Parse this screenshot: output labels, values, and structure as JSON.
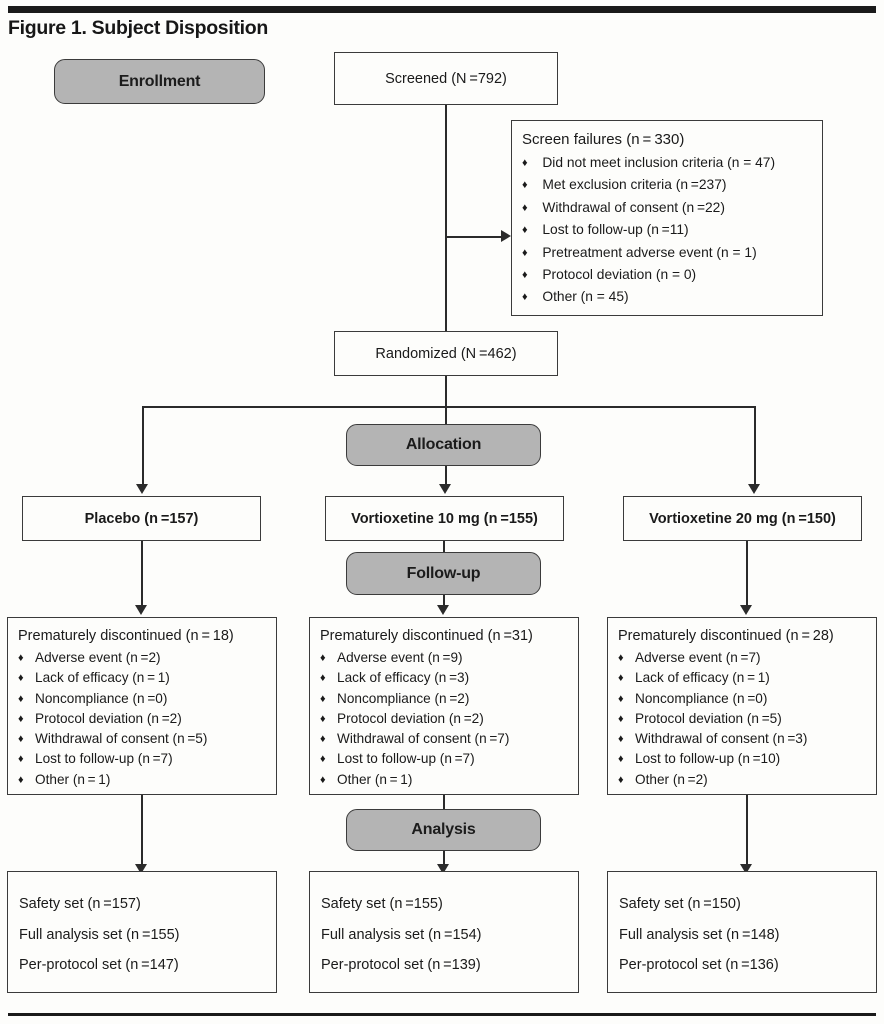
{
  "figure": {
    "title": "Figure 1. Subject Disposition"
  },
  "stages": {
    "enrollment": "Enrollment",
    "allocation": "Allocation",
    "followup": "Follow-up",
    "analysis": "Analysis"
  },
  "screened": {
    "label": "Screened (N =792)"
  },
  "screen_failures": {
    "header": "Screen failures (n = 330)",
    "items": [
      "Did not meet inclusion criteria (n = 47)",
      "Met exclusion criteria (n =237)",
      "Withdrawal of consent (n =22)",
      "Lost to follow-up (n =11)",
      "Pretreatment adverse event (n = 1)",
      "Protocol deviation (n = 0)",
      "Other (n = 45)"
    ]
  },
  "randomized": {
    "label": "Randomized (N =462)"
  },
  "arms": [
    {
      "label": "Placebo (n =157)"
    },
    {
      "label": "Vortioxetine 10 mg (n =155)"
    },
    {
      "label": "Vortioxetine 20 mg (n =150)"
    }
  ],
  "discontinued": [
    {
      "header": "Prematurely discontinued (n = 18)",
      "items": [
        "Adverse event (n =2)",
        "Lack of efficacy (n = 1)",
        "Noncompliance (n =0)",
        "Protocol deviation (n =2)",
        "Withdrawal of consent (n =5)",
        "Lost to follow-up (n =7)",
        "Other (n = 1)"
      ]
    },
    {
      "header": "Prematurely discontinued (n =31)",
      "items": [
        "Adverse event (n =9)",
        "Lack of efficacy (n =3)",
        "Noncompliance (n =2)",
        "Protocol deviation (n =2)",
        "Withdrawal of consent (n =7)",
        "Lost to follow-up (n =7)",
        "Other (n = 1)"
      ]
    },
    {
      "header": "Prematurely discontinued (n = 28)",
      "items": [
        "Adverse event (n =7)",
        "Lack of efficacy (n = 1)",
        "Noncompliance (n =0)",
        "Protocol deviation (n =5)",
        "Withdrawal of consent (n =3)",
        "Lost to follow-up (n =10)",
        "Other (n =2)"
      ]
    }
  ],
  "analysis_sets": [
    {
      "safety": "Safety set (n =157)",
      "full": "Full analysis set (n =155)",
      "perprotocol": "Per-protocol set (n =147)"
    },
    {
      "safety": "Safety set (n =155)",
      "full": "Full analysis set (n =154)",
      "perprotocol": "Per-protocol set (n =139)"
    },
    {
      "safety": "Safety set (n =150)",
      "full": "Full analysis set (n =148)",
      "perprotocol": "Per-protocol set (n =136)"
    }
  ],
  "bullet_glyph": "♦",
  "colors": {
    "stage_fill": "#b4b4b4",
    "border": "#3b3b3b",
    "connector": "#2b2b2b",
    "text": "#1a1a1a",
    "page_background": "#fdfdfb"
  }
}
